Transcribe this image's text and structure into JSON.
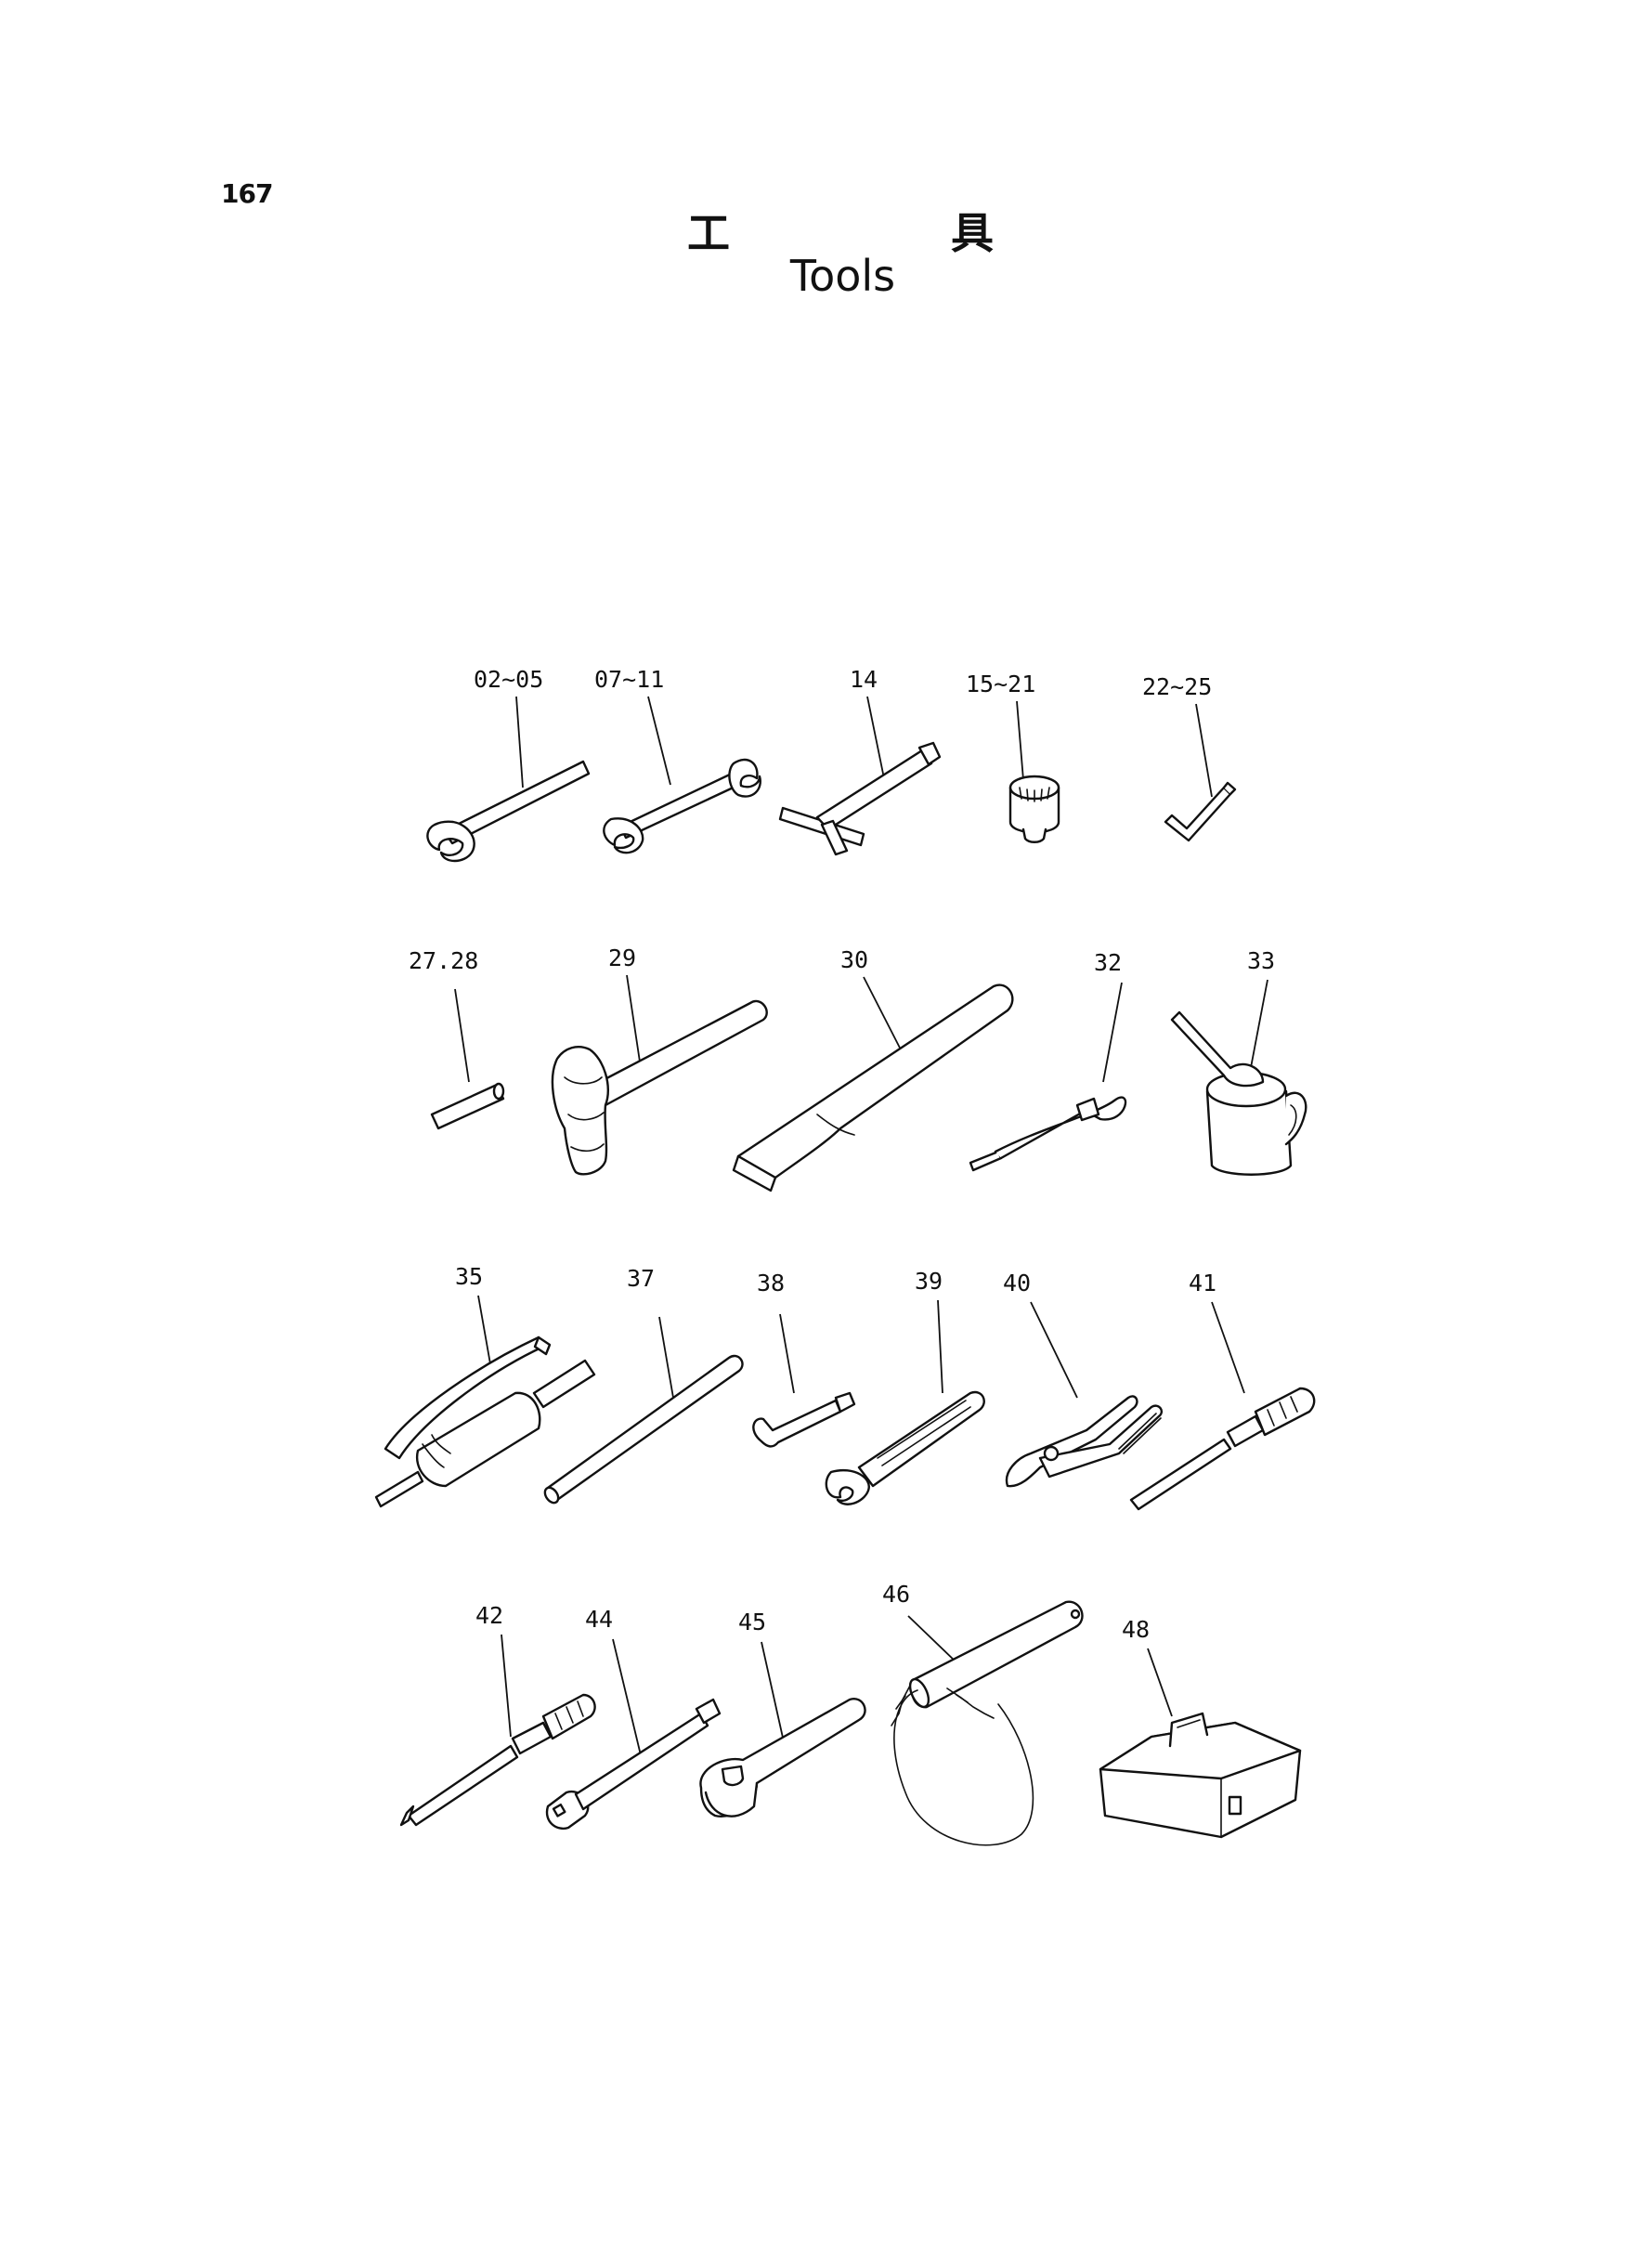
{
  "page": {
    "number": "167",
    "title_jp_1": "工",
    "title_jp_2": "具",
    "title_en": "Tools"
  },
  "callouts": [
    {
      "id": "c1",
      "label": "02~05",
      "part": "single-end-spanner"
    },
    {
      "id": "c2",
      "label": "07~11",
      "part": "double-end-spanner"
    },
    {
      "id": "c3",
      "label": "14",
      "part": "t-socket-wrench"
    },
    {
      "id": "c4",
      "label": "15~21",
      "part": "socket"
    },
    {
      "id": "c5",
      "label": "22~25",
      "part": "hex-key"
    },
    {
      "id": "c6",
      "label": "27.28",
      "part": "hex-bit"
    },
    {
      "id": "c7",
      "label": "29",
      "part": "hammer"
    },
    {
      "id": "c8",
      "label": "30",
      "part": "extension-pipe"
    },
    {
      "id": "c9",
      "label": "32",
      "part": "grease-hose"
    },
    {
      "id": "c10",
      "label": "33",
      "part": "oil-can"
    },
    {
      "id": "c11",
      "label": "35",
      "part": "grease-gun"
    },
    {
      "id": "c12",
      "label": "37",
      "part": "bar"
    },
    {
      "id": "c13",
      "label": "38",
      "part": "l-wrench"
    },
    {
      "id": "c14",
      "label": "39",
      "part": "adjustable-wrench"
    },
    {
      "id": "c15",
      "label": "40",
      "part": "pliers"
    },
    {
      "id": "c16",
      "label": "41",
      "part": "flat-screwdriver"
    },
    {
      "id": "c17",
      "label": "42",
      "part": "cross-screwdriver"
    },
    {
      "id": "c18",
      "label": "44",
      "part": "extension-bar"
    },
    {
      "id": "c19",
      "label": "45",
      "part": "ratchet-handle"
    },
    {
      "id": "c20",
      "label": "46",
      "part": "filter-wrench"
    },
    {
      "id": "c21",
      "label": "48",
      "part": "tool-box"
    }
  ]
}
